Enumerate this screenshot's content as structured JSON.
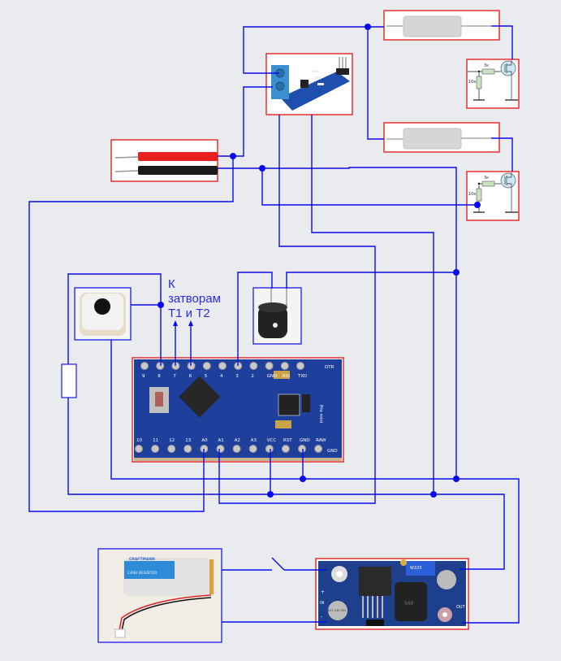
{
  "annotation": {
    "line1": "К",
    "line2": "затворам",
    "line3": "T1 и T2"
  },
  "mosfet_schematic": {
    "gate_resistor": "3к",
    "pulldown_resistor": "10к"
  },
  "arduino": {
    "top_pins": [
      "9",
      "8",
      "7",
      "6",
      "5",
      "4",
      "3",
      "2",
      "GND",
      "RXI",
      "TXO"
    ],
    "top_right": "DTR",
    "bottom_pins": [
      "10",
      "11",
      "12",
      "13",
      "A0",
      "A1",
      "A2",
      "A3",
      "VCC",
      "RST",
      "GND",
      "RAW"
    ],
    "bottom_right": "GND",
    "board_label": "Pro mini"
  },
  "battery": {
    "brand": "CRAFTMANN",
    "label": "CASH REGISTER"
  },
  "dcdc": {
    "in_label": "IN",
    "out_label": "OUT",
    "plus": "+",
    "minus": "-",
    "cap_label": "621 220 35V",
    "pot_label": "W103",
    "inductor_label": "560"
  },
  "colors": {
    "wire": "#0a0aee",
    "component_frame": "#e81010",
    "photo_frame": "#1a1aee",
    "background": "#eaebee"
  }
}
